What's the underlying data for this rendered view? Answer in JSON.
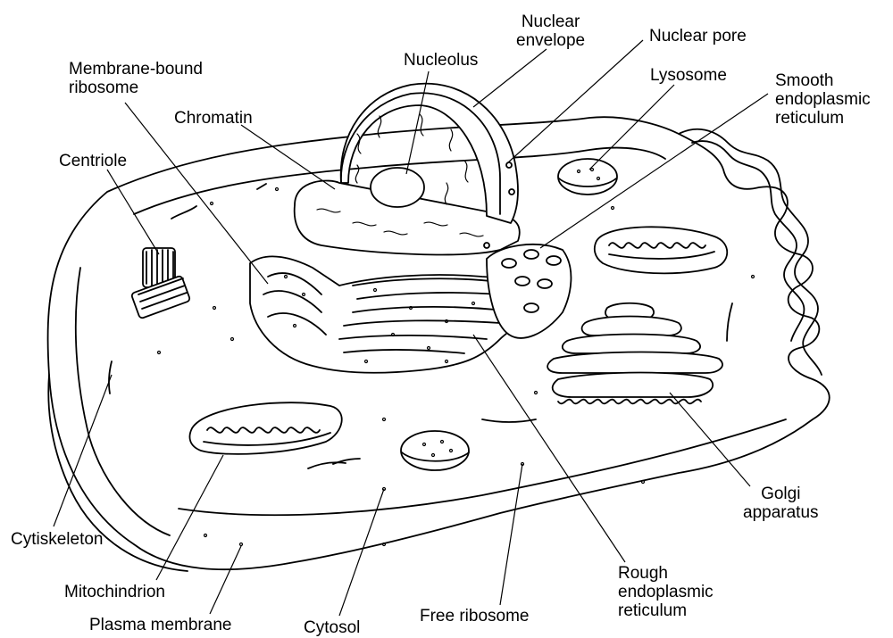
{
  "labels": {
    "nuclear_envelope": [
      "Nuclear",
      "envelope"
    ],
    "nuclear_pore": "Nuclear pore",
    "nucleolus": "Nucleolus",
    "membrane_bound_ribosome": [
      "Membrane-bound",
      "ribosome"
    ],
    "lysosome": "Lysosome",
    "smooth_er": [
      "Smooth",
      "endoplasmic",
      "reticulum"
    ],
    "chromatin": "Chromatin",
    "centriole": "Centriole",
    "golgi": [
      "Golgi",
      "apparatus"
    ],
    "cytoskeleton": "Cytiskeleton",
    "mitochondrion": "Mitochindrion",
    "plasma_membrane": "Plasma membrane",
    "cytosol": "Cytosol",
    "free_ribosome": "Free ribosome",
    "rough_er": [
      "Rough",
      "endoplasmic",
      "reticulum"
    ]
  },
  "colors": {
    "line": "#000000",
    "background": "#ffffff"
  }
}
